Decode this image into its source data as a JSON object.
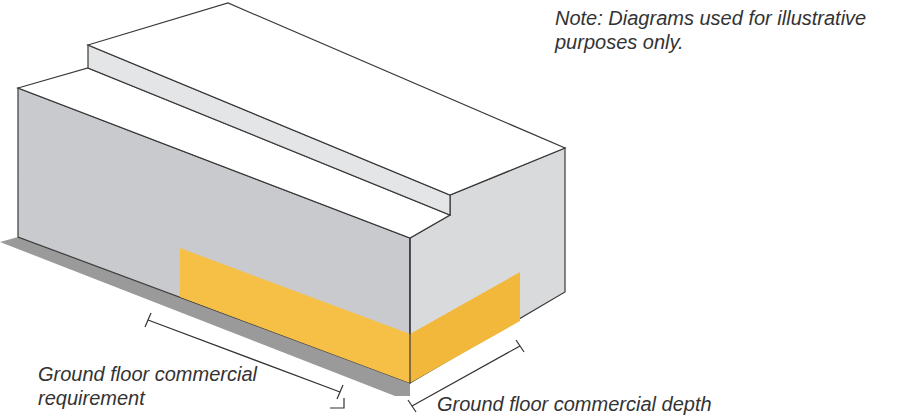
{
  "diagram": {
    "labels": [
      "Note: Diagrams used for illustrative purposes only.",
      "Ground floor commercial requirement",
      "Ground floor commercial depth"
    ]
  }
}
